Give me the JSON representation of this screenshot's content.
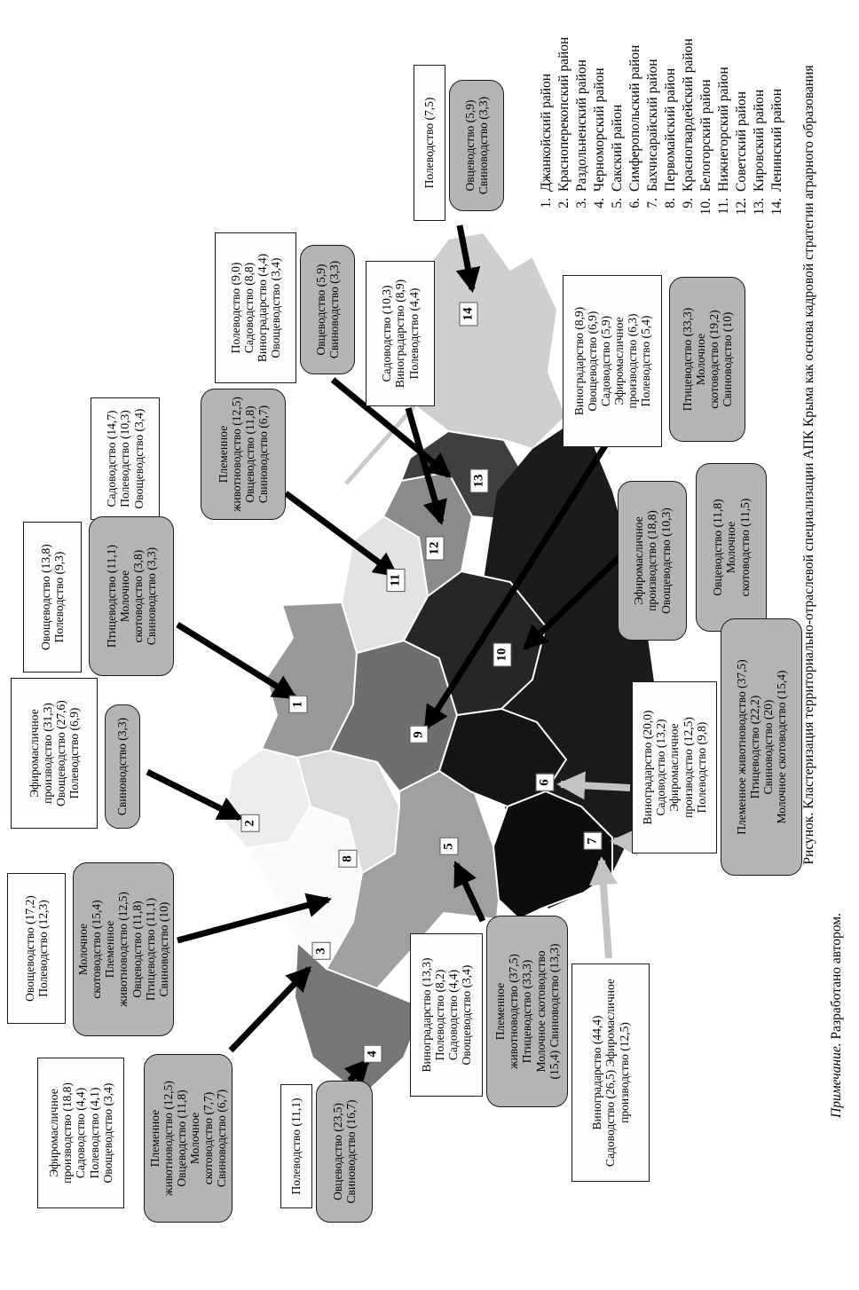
{
  "figure": {
    "caption": "Рисунок. Кластеризация территориально-отраслевой специализации АПК Крыма как основа кадровой стратегии аграрного образования",
    "note_label": "Примечание.",
    "note_text": " Разработано автором."
  },
  "legend": {
    "items": [
      {
        "num": "1.",
        "label": "Джанкойский район"
      },
      {
        "num": "2.",
        "label": "Красноперекопский район"
      },
      {
        "num": "3.",
        "label": "Раздольненский район"
      },
      {
        "num": "4.",
        "label": "Черноморский район"
      },
      {
        "num": "5.",
        "label": "Сакский район"
      },
      {
        "num": "6.",
        "label": "Симферопольский район"
      },
      {
        "num": "7.",
        "label": "Бахчисарайский район"
      },
      {
        "num": "8.",
        "label": "Первомайский район"
      },
      {
        "num": "9.",
        "label": "Красногвардейский район"
      },
      {
        "num": "10.",
        "label": "Белогорский район"
      },
      {
        "num": "11.",
        "label": "Нижнегорский район"
      },
      {
        "num": "12.",
        "label": "Советский район"
      },
      {
        "num": "13.",
        "label": "Кировский район"
      },
      {
        "num": "14.",
        "label": "Ленинский район"
      }
    ]
  },
  "map": {
    "south_coast_color": "#1b1b1b",
    "spit_color": "#c9c9c9"
  },
  "regions": [
    {
      "num": "1",
      "color": "#999999"
    },
    {
      "num": "2",
      "color": "#ededed"
    },
    {
      "num": "3",
      "color": "#fafafa"
    },
    {
      "num": "4",
      "color": "#767676"
    },
    {
      "num": "5",
      "color": "#a0a0a0"
    },
    {
      "num": "6",
      "color": "#151515"
    },
    {
      "num": "7",
      "color": "#0d0d0d"
    },
    {
      "num": "8",
      "color": "#dcdcdc"
    },
    {
      "num": "9",
      "color": "#6e6e6e"
    },
    {
      "num": "10",
      "color": "#262626"
    },
    {
      "num": "11",
      "color": "#e3e3e3"
    },
    {
      "num": "12",
      "color": "#8b8b8b"
    },
    {
      "num": "13",
      "color": "#3f3f3f"
    },
    {
      "num": "14",
      "color": "#cfcfcf"
    }
  ],
  "callouts": [
    {
      "target": 14,
      "text": "Полеводство (7,5)"
    },
    {
      "target": 14,
      "text": "Овцеводство (5,9)\nСвиноводство (3,3)"
    },
    {
      "target": 13,
      "text": "Полеводство (9,0)\nСадоводство (8,8)\nВиноградарство (4,4)\nОвощеводство (3,4)"
    },
    {
      "target": 13,
      "text": "Овцеводство (5,9)\nСвиноводство (3,3)"
    },
    {
      "target": 12,
      "text": "Садоводство (10,3)\nВиноградарство (8,9)\nПолеводство (4,4)"
    },
    {
      "target": 9,
      "text": "Виноградарство (8,9)\nОвощеводство (6,9)\nСадоводство (5,9)\nЭфиромасличное\nпроизводство (6,3)\nПолеводство (5,4)"
    },
    {
      "target": 9,
      "text": "Птицеводство (33,3)\nМолочное\nскотоводство (19,2)\nСвиноводство (10)"
    },
    {
      "target": 11,
      "text": "Садоводство (14,7)\nПолеводство (10,3)\nОвощеводство (3,4)"
    },
    {
      "target": 11,
      "text": "Племенное\nживотноводство (12,5)\nОвцеводство (11,8)\nСвиноводство (6,7)"
    },
    {
      "target": 1,
      "text": "Овощеводство (13,8)\nПолеводство (9,3)"
    },
    {
      "target": 1,
      "text": "Птицеводство (11,1)\nМолочное\nскотоводство (3,8)\nСвиноводство (3,3)"
    },
    {
      "target": 2,
      "text": "Эфиромасличное\nпроизводство (31,3)\nОвощеводство (27,6)\nПолеводство (6,9)"
    },
    {
      "target": 2,
      "text": "Свиноводство (3,3)"
    },
    {
      "target": 10,
      "text": "Эфиромасличное\nпроизводство (18,8)\nОвощеводство (10,3)"
    },
    {
      "target": 10,
      "text": "Овцеводство (11,8)\nМолочное\nскотоводство (11,5)"
    },
    {
      "target": 6,
      "text": "Виноградарство (20,0)\nСадоводство (13,2)\nЭфиромасличное\nпроизводство (12,5)\nПолеводство (9,8)"
    },
    {
      "target": 7,
      "text": "Племенное животноводство  (37,5)\nПтицеводство (22,2)\nСвиноводство (20)\nМолочное скотоводство (15,4)"
    },
    {
      "target": 8,
      "text": "Овощеводство (17,2)\nПолеводство (12,3)"
    },
    {
      "target": 8,
      "text": "Молочное\nскотоводство  (15,4)\nПлеменное\nживотноводство (12,5)\nОвцеводство (11,8)\nПтицеводство (11,1)\nСвиноводство (10)"
    },
    {
      "target": 3,
      "text": "Эфиромасличное\nпроизводство (18,8)\nСадоводство (4,4)\nПолеводство (4,1)\nОвощеводство (3,4)"
    },
    {
      "target": 3,
      "text": "Племенное\nживотноводство (12,5)\nОвцеводство (11,8)\nМолочное\nскотоводство (7,7)\nСвиноводство (6,7)"
    },
    {
      "target": 4,
      "text": "Полеводство (11,1)"
    },
    {
      "target": 4,
      "text": "Овцеводство (23,5)\nСвиноводство (16,7)"
    },
    {
      "target": 5,
      "text": "Виноградарство (13,3)\nПолеводство (8,2)\nСадоводство (4,4)\nОвощеводство (3,4)"
    },
    {
      "target": 5,
      "text": "Племенное\nживотноводство (37,5)\nПтицеводство (33,3)\nМолочное скотоводство\n(15,4) Свиноводство (13,3)"
    },
    {
      "target": 7,
      "text": "Виноградарство (44,4)\nСадоводство (26,5) Эфиромасличное\nпроизводство (12,5)"
    }
  ]
}
